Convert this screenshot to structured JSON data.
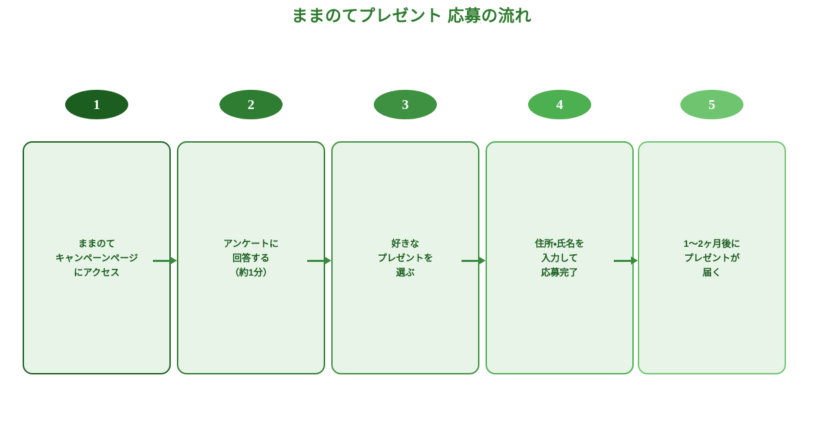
{
  "header": {
    "title": "ままのてプレゼント 応募の流れ"
  },
  "colors": {
    "title_text": "#2d7a2d",
    "card_fill": "#e8f4e8",
    "card_text": "#1b5e20",
    "arrow": "#3a8a3f",
    "badge_text": "#ffffff"
  },
  "arrow": {
    "icon": "arrow-right-icon",
    "count": 4
  },
  "flow": {
    "steps": [
      {
        "number": "1",
        "badge_color": "#1b5e20",
        "border_color": "#1b5e20",
        "text": "ままのて\nキャンペーンページ\nにアクセス"
      },
      {
        "number": "2",
        "badge_color": "#2e7d32",
        "border_color": "#2e7d32",
        "text": "アンケートに\n回答する\n（約1分）"
      },
      {
        "number": "3",
        "badge_color": "#3d9140",
        "border_color": "#3d9140",
        "text": "好きな\nプレゼントを\n選ぶ"
      },
      {
        "number": "4",
        "badge_color": "#4caf50",
        "border_color": "#4caf50",
        "text": "住所・氏名を\n入力して\n応募完了"
      },
      {
        "number": "5",
        "badge_color": "#6fc46f",
        "border_color": "#6fc46f",
        "text": "1〜2ヶ月後に\nプレゼントが\n届く"
      }
    ]
  }
}
